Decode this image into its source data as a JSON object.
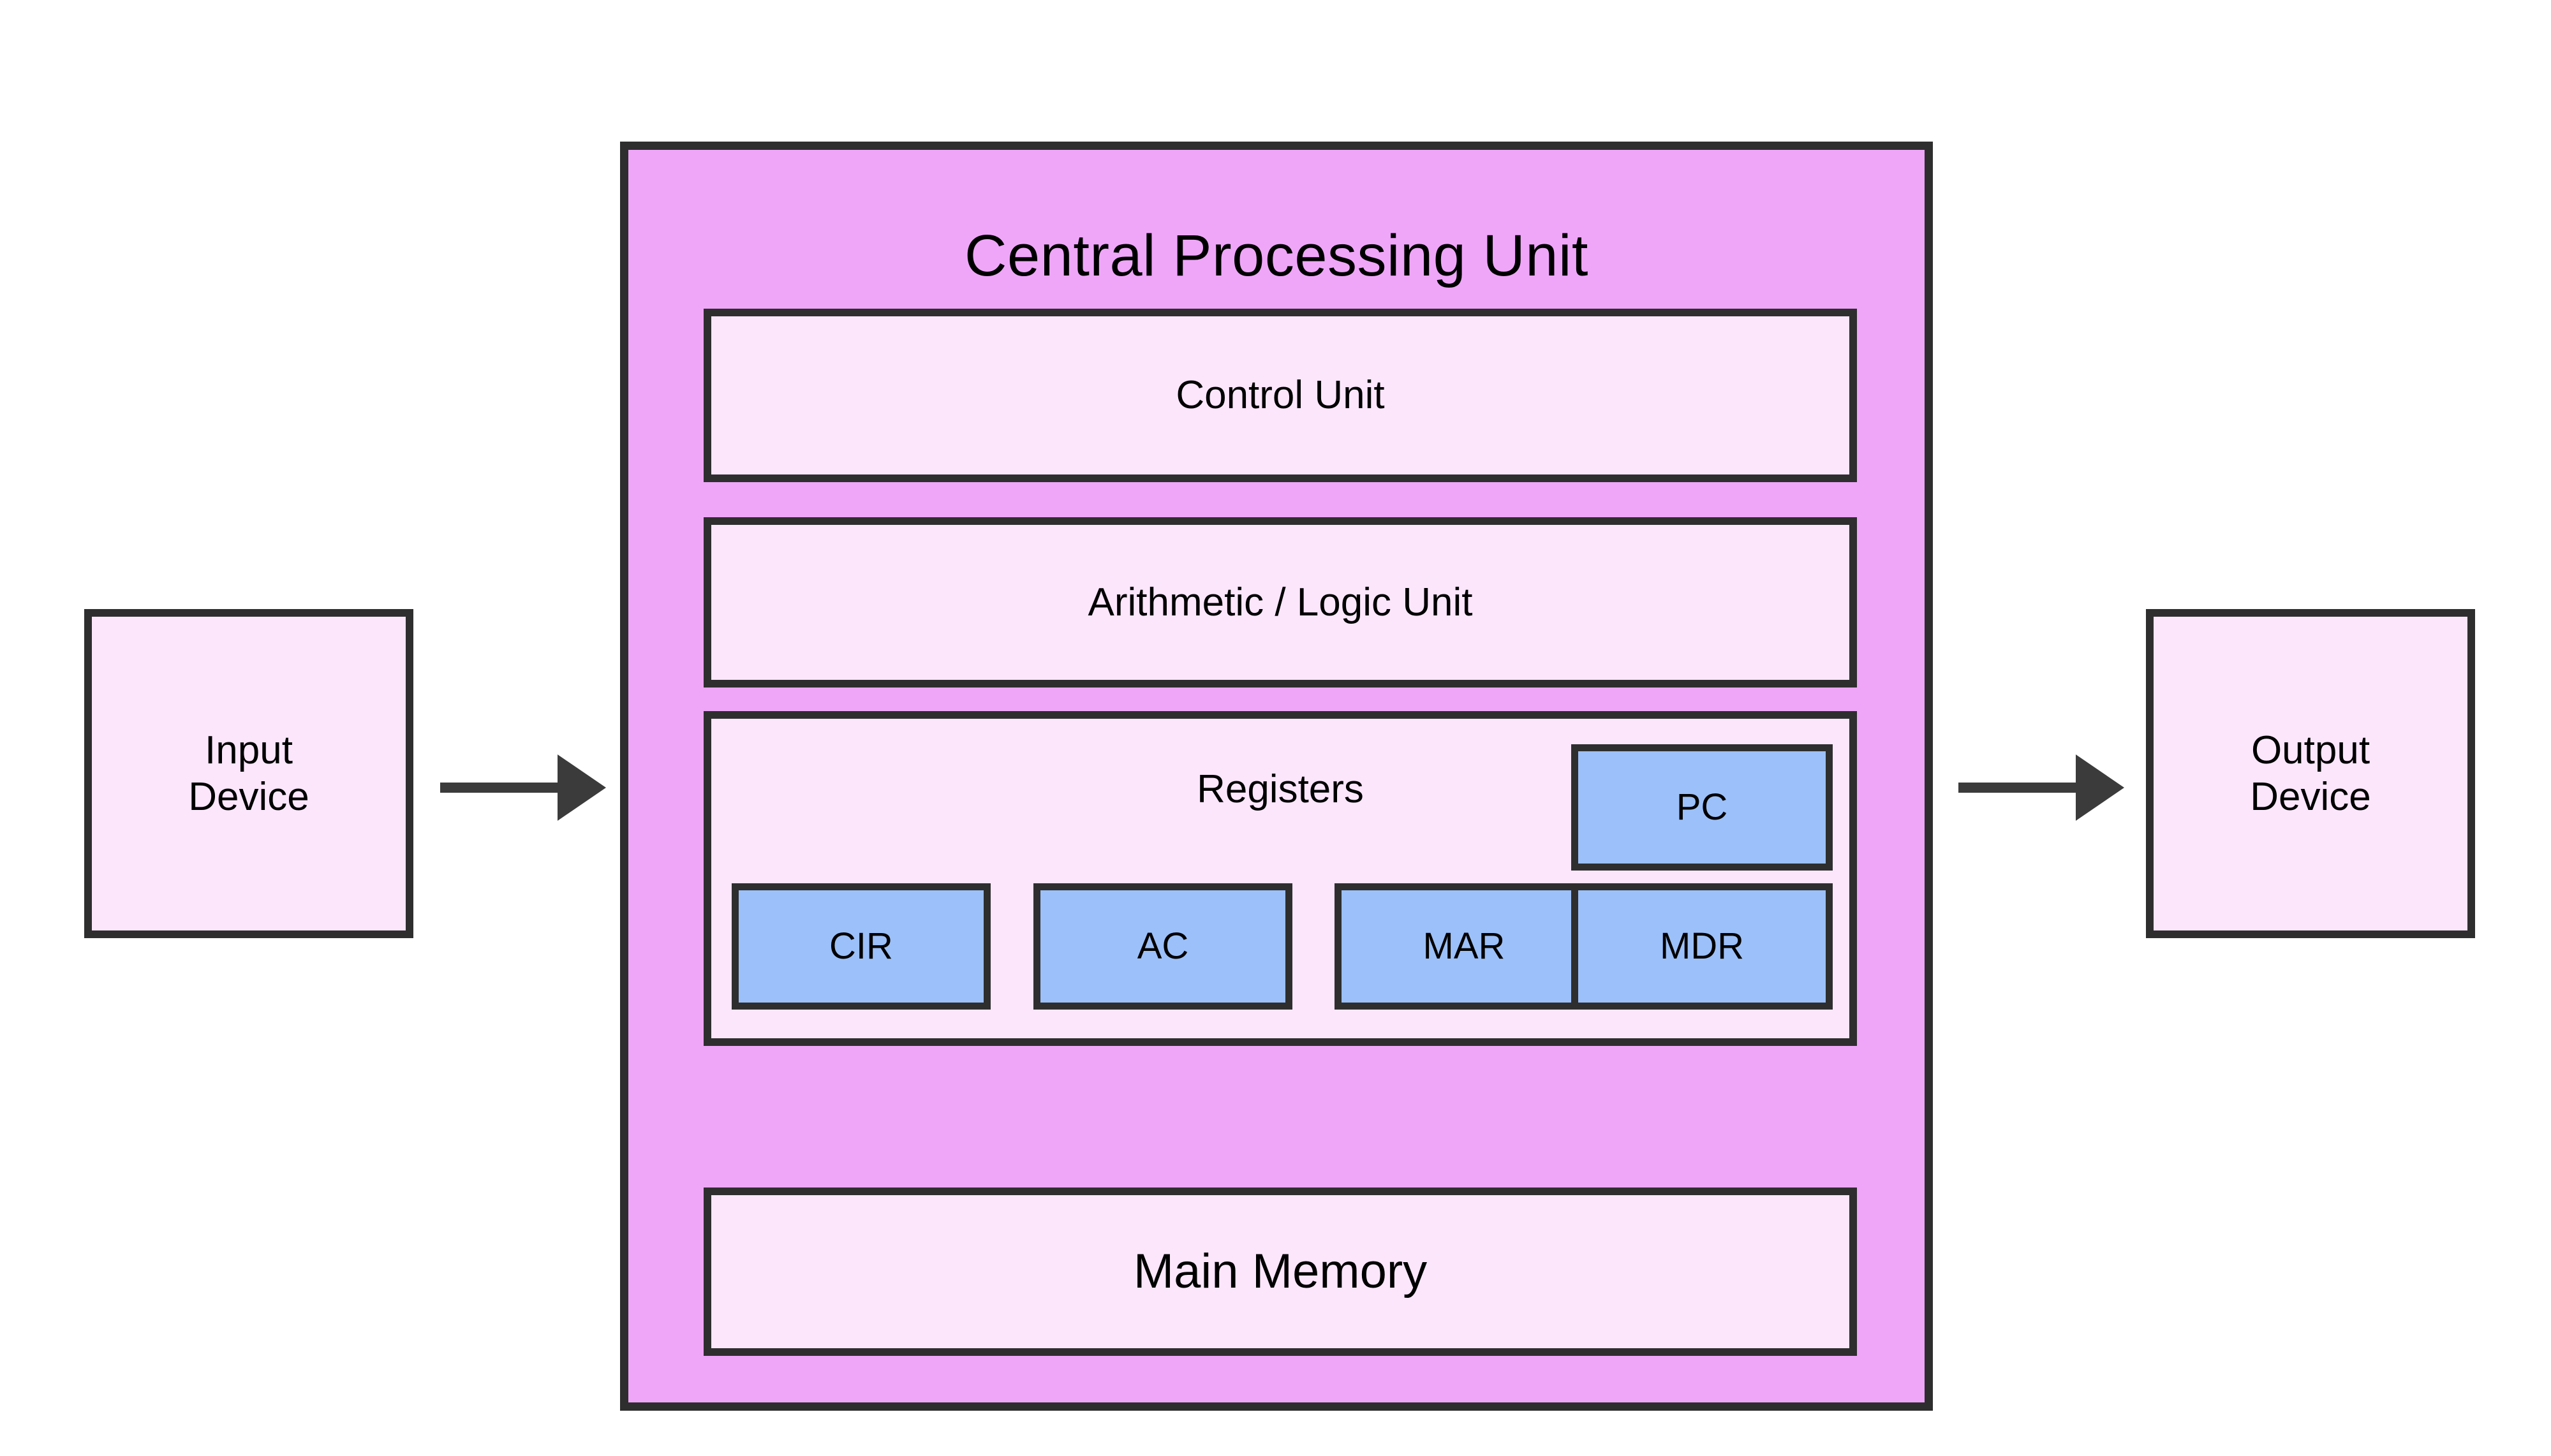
{
  "diagram": {
    "title": "Central Processing Unit",
    "background_color": "#ffffff",
    "cpu": {
      "label": "Central Processing Unit",
      "fill_color": "#efa6f9",
      "border_color": "#2e2e2e",
      "units": [
        {
          "key": "control_unit",
          "label": "Control Unit",
          "fill_color": "#fbe6fb"
        },
        {
          "key": "alu",
          "label": "Arithmetic / Logic Unit",
          "fill_color": "#fbe6fb"
        },
        {
          "key": "registers",
          "label": "Registers",
          "fill_color": "#fbe6fb"
        },
        {
          "key": "main_memory",
          "label": "Main Memory",
          "fill_color": "#fbe6fb"
        }
      ],
      "registers": {
        "label": "Registers",
        "fill_color": "#9cc0f9",
        "items": [
          {
            "key": "pc",
            "label": "PC",
            "row": "top"
          },
          {
            "key": "cir",
            "label": "CIR",
            "row": "bottom"
          },
          {
            "key": "ac",
            "label": "AC",
            "row": "bottom"
          },
          {
            "key": "mar",
            "label": "MAR",
            "row": "bottom"
          },
          {
            "key": "mdr",
            "label": "MDR",
            "row": "bottom"
          }
        ]
      },
      "main_memory_label": "Main Memory"
    },
    "peripherals": {
      "input": {
        "line1": "Input",
        "line2": "Device",
        "fill_color": "#fbe6fb"
      },
      "output": {
        "line1": "Output",
        "line2": "Device",
        "fill_color": "#fbe6fb"
      }
    },
    "arrows": [
      {
        "key": "input_to_cpu",
        "direction": "right",
        "color": "#3b3b3b"
      },
      {
        "key": "cpu_to_output",
        "direction": "right",
        "color": "#3b3b3b"
      }
    ]
  }
}
